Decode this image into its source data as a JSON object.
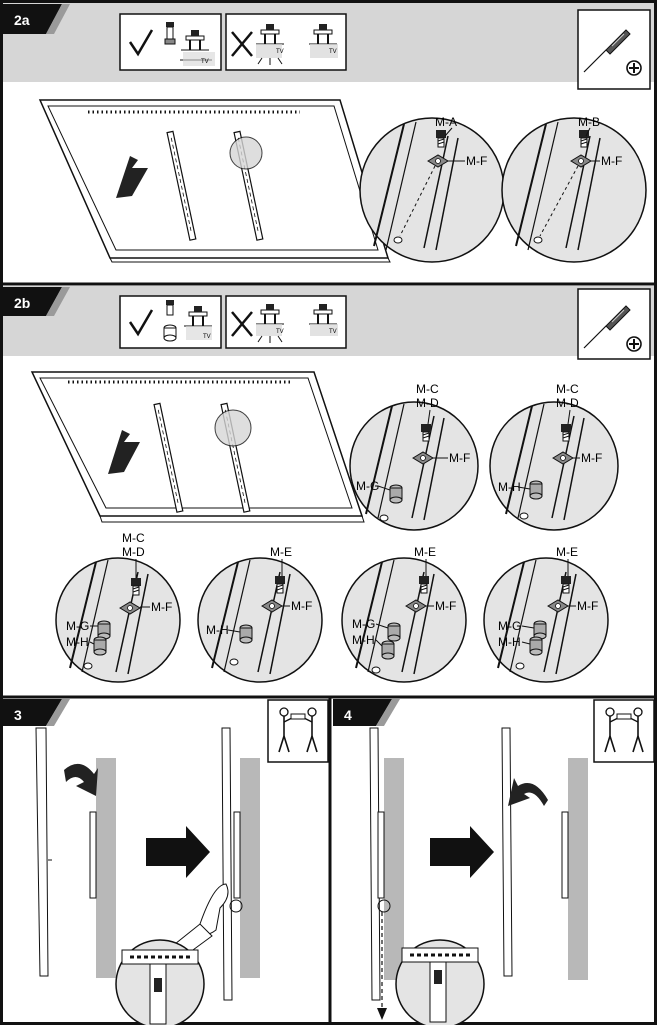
{
  "steps": {
    "s2a": {
      "label": "2a"
    },
    "s2b": {
      "label": "2b"
    },
    "s3": {
      "label": "3"
    },
    "s4": {
      "label": "4"
    }
  },
  "icons": {
    "tv_label": "TV"
  },
  "parts_2a": {
    "zoom1": {
      "screw": "M-A",
      "washer": "M-F"
    },
    "zoom2": {
      "screw": "M-B",
      "washer": "M-F"
    }
  },
  "parts_2b": {
    "top1": {
      "screw1": "M-C",
      "screw2": "M-D",
      "washer": "M-F",
      "spacer": "M-G"
    },
    "top2": {
      "screw1": "M-C",
      "screw2": "M-D",
      "washer": "M-F",
      "spacer": "M-H"
    },
    "bot1": {
      "screw1": "M-C",
      "screw2": "M-D",
      "washer": "M-F",
      "spacer1": "M-G",
      "spacer2": "M-H"
    },
    "bot2": {
      "screw": "M-E",
      "washer": "M-F",
      "spacer": "M-H"
    },
    "bot3": {
      "screw": "M-E",
      "washer": "M-F",
      "spacer1": "M-G",
      "spacer2": "M-H"
    },
    "bot4": {
      "screw": "M-E",
      "washer": "M-F",
      "spacer1": "M-G",
      "spacer2": "M-H"
    }
  }
}
